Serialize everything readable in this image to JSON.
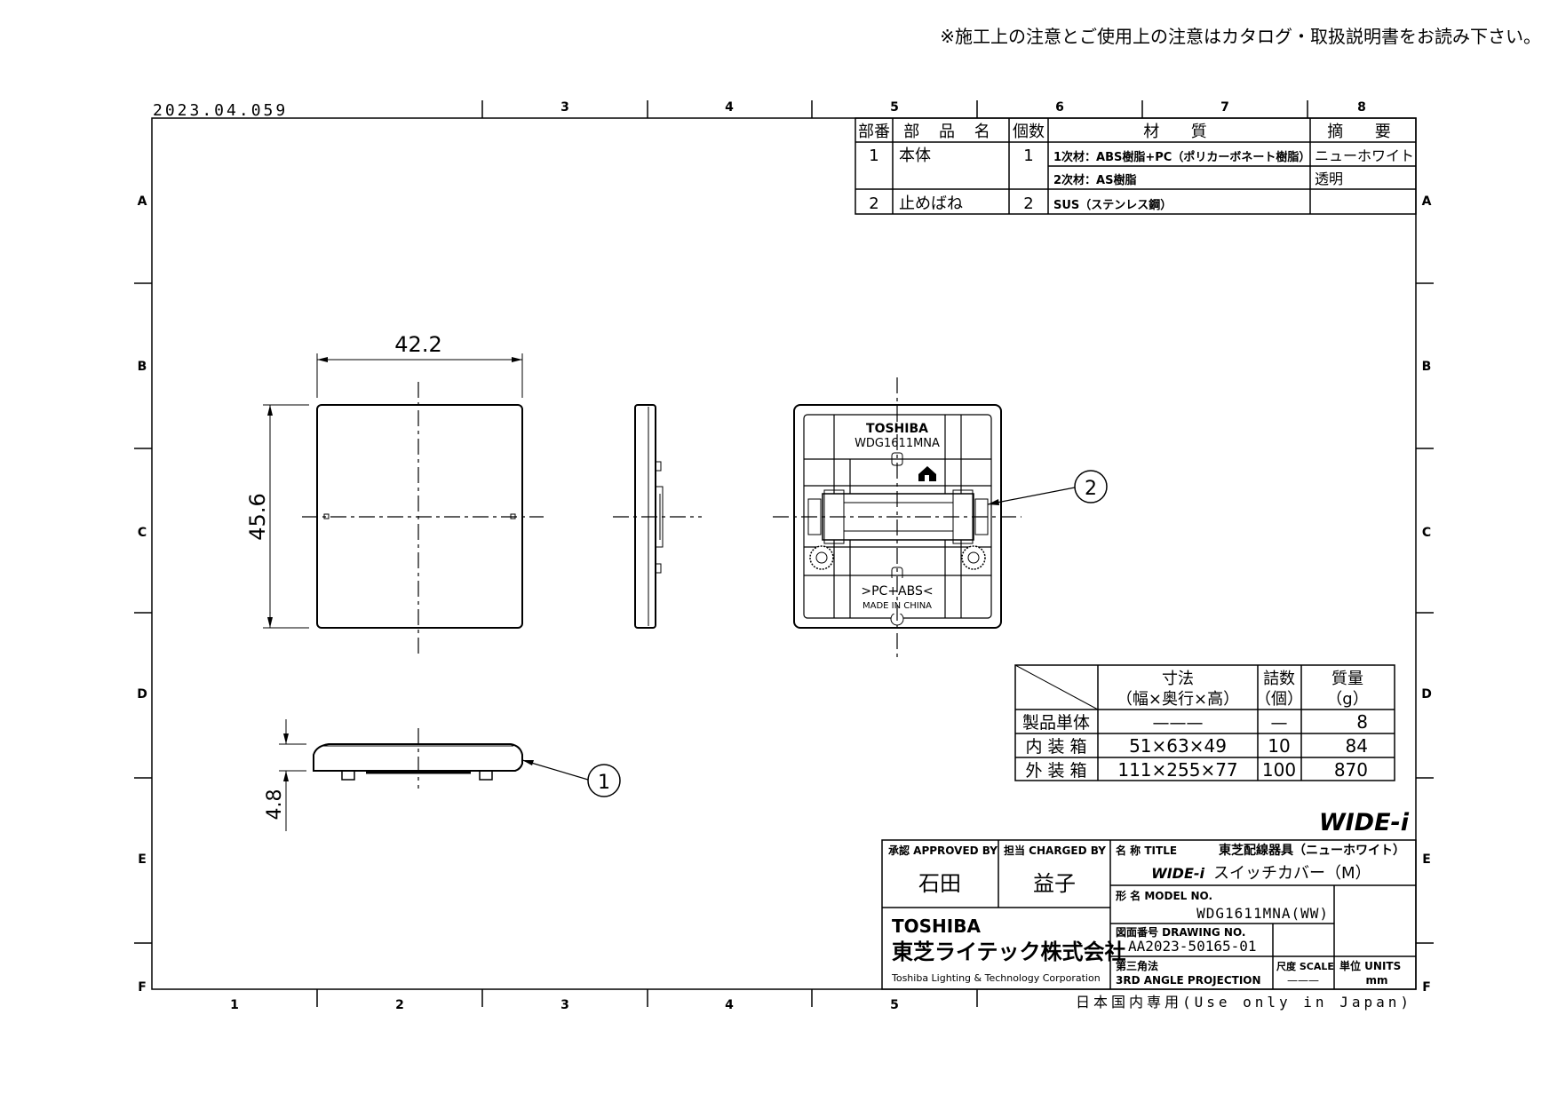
{
  "notice": "※施工上の注意とご使用上の注意はカタログ・取扱説明書をお読み下さい。",
  "date_code": "2023.04.059",
  "frame": {
    "col_numbers": [
      "1",
      "2",
      "3",
      "4",
      "5",
      "6",
      "7",
      "8"
    ],
    "row_letters": [
      "A",
      "B",
      "C",
      "D",
      "E",
      "F"
    ]
  },
  "parts_table": {
    "headers": [
      "部番",
      "部 品 名",
      "個数",
      "材  質",
      "摘  要"
    ],
    "rows": [
      {
        "no": "1",
        "name": "本体",
        "qty": "1",
        "material": "1次材：ABS樹脂+PC（ポリカーボネート樹脂）",
        "remark": "ニューホワイト"
      },
      {
        "no": "",
        "name": "",
        "qty": "",
        "material": "2次材：AS樹脂",
        "remark": "透明"
      },
      {
        "no": "2",
        "name": "止めばね",
        "qty": "2",
        "material": "SUS（ステンレス鋼）",
        "remark": ""
      }
    ]
  },
  "dimensions": {
    "width": "42.2",
    "height": "45.6",
    "depth": "4.8"
  },
  "callouts": [
    "1",
    "2"
  ],
  "back_view": {
    "brand": "TOSHIBA",
    "model": "WDG1611MNA",
    "material_mark": ">PC+ABS<",
    "origin": "MADE IN CHINA"
  },
  "spec_table": {
    "headers": [
      "寸法\n（幅×奥行×高）",
      "詰数\n（個）",
      "質量\n（g）"
    ],
    "header_lines": [
      [
        "寸法",
        "（幅×奥行×高）"
      ],
      [
        "詰数",
        "（個）"
      ],
      [
        "質量",
        "（g）"
      ]
    ],
    "rows": [
      {
        "label": "製品単体",
        "size": "———",
        "count": "—",
        "mass": "8"
      },
      {
        "label": "内 装 箱",
        "size": "51×63×49",
        "count": "10",
        "mass": "84"
      },
      {
        "label": "外 装 箱",
        "size": "111×255×77",
        "count": "100",
        "mass": "870"
      }
    ]
  },
  "series_logo": "WIDE-i",
  "title_block": {
    "approved_label": "承認 APPROVED BY",
    "approved_name": "石田",
    "charged_label": "担当 CHARGED BY",
    "charged_name": "益子",
    "title_label": "名 称 TITLE",
    "title_line1": "東芝配線器具（ニューホワイト）",
    "title_series": "WIDE-i",
    "title_line2": "スイッチカバー（M）",
    "model_label": "形 名 MODEL NO.",
    "model_value": "WDG1611MNA(WW)",
    "company_brand": "TOSHIBA",
    "company_name": "東芝ライテック株式会社",
    "company_en": "Toshiba Lighting & Technology Corporation",
    "drawing_label": "図面番号 DRAWING NO.",
    "drawing_value": "AA2023-50165-01",
    "projection_label": "第三角法",
    "projection_value": "3RD ANGLE PROJECTION",
    "scale_label": "尺度 SCALE",
    "scale_value": "———",
    "units_label": "単位 UNITS",
    "units_value": "mm"
  },
  "footer_note": "日本国内専用(Use only in Japan)"
}
